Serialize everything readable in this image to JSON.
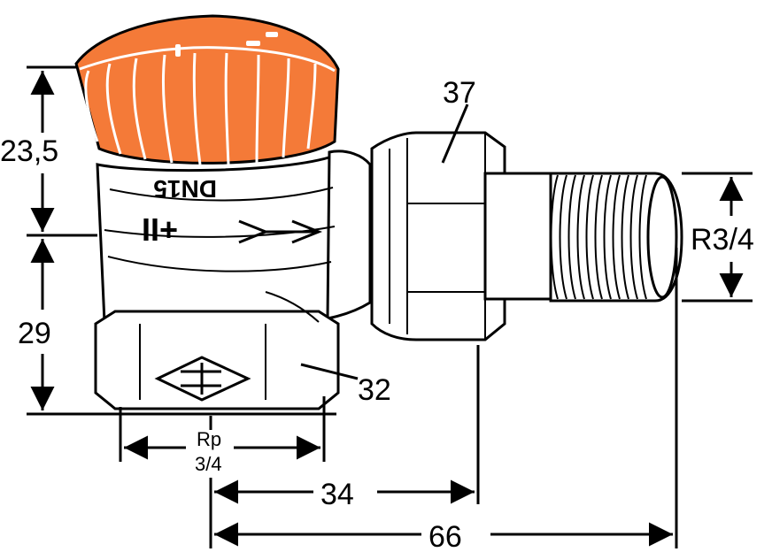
{
  "dimensions": {
    "height_top": "23,5",
    "height_bottom": "29",
    "thread_size": "R3/4",
    "part_37": "37",
    "part_32": "32",
    "rp_label": "Rp",
    "rp_size": "3/4",
    "length_34": "34",
    "length_66": "66"
  },
  "markings": {
    "size": "DN15",
    "symbol": "II+"
  },
  "colors": {
    "handwheel": "#f47a38",
    "outline": "#000000"
  }
}
